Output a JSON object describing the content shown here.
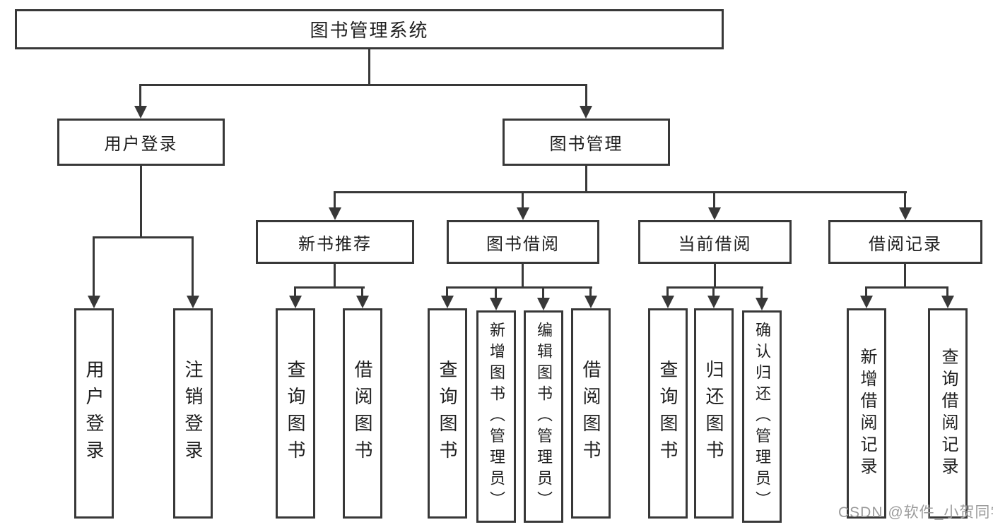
{
  "root": {
    "label": "图书管理系统"
  },
  "user": {
    "label": "用户登录",
    "children": [
      {
        "label": "用户登录"
      },
      {
        "label": "注销登录"
      }
    ]
  },
  "mgmt": {
    "label": "图书管理",
    "groups": [
      {
        "label": "新书推荐",
        "children": [
          {
            "label": "查询图书"
          },
          {
            "label": "借阅图书"
          }
        ]
      },
      {
        "label": "图书借阅",
        "children": [
          {
            "label": "查询图书"
          },
          {
            "label": "新增图书（管理员）"
          },
          {
            "label": "编辑图书（管理员）"
          },
          {
            "label": "借阅图书"
          }
        ]
      },
      {
        "label": "当前借阅",
        "children": [
          {
            "label": "查询图书"
          },
          {
            "label": "归还图书"
          },
          {
            "label": "确认归还（管理员）"
          }
        ]
      },
      {
        "label": "借阅记录",
        "children": [
          {
            "label": "新增借阅记录"
          },
          {
            "label": "查询借阅记录"
          }
        ]
      }
    ]
  },
  "watermark": "CSDN @软件_小贺同学",
  "colors": {
    "line": "#383838",
    "text": "#1e1e1e",
    "watermark_text": "#9b9b9b",
    "background": "#ffffff"
  }
}
